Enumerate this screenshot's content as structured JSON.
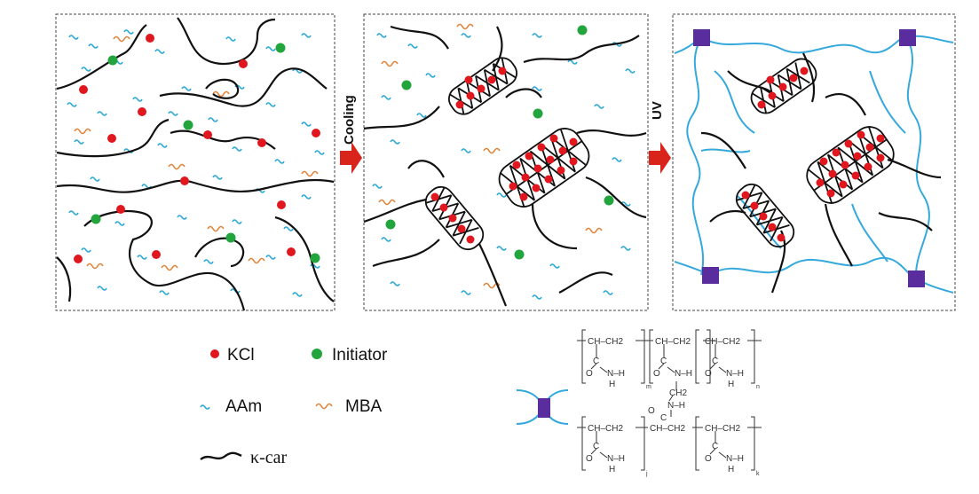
{
  "steps": {
    "cooling": "Cooling",
    "uv": "UV"
  },
  "legend": {
    "kcl": "KCl",
    "initiator": "Initiator",
    "aam": "AAm",
    "mba": "MBA",
    "kcar": "κ-car"
  },
  "colors": {
    "kcl": "#e0171e",
    "initiator": "#22a53c",
    "aam": "#2aa8d8",
    "mba": "#e0843a",
    "kcar": "#111111",
    "arrow": "#d9241c",
    "crosslink": "#5a2d9e",
    "pam_chain": "#35a9dc"
  },
  "chem": {
    "t1": "CH–CH2",
    "t2": "CH–CH2",
    "t3": "CH–CH2",
    "c1": "C",
    "c2": "C",
    "c3": "C",
    "o1": "O",
    "o2": "O",
    "o3": "O",
    "nh1": "N–H",
    "nh2": "N–H",
    "nh3": "N–H",
    "h1": "H",
    "h3": "H",
    "m": "m",
    "n": "n",
    "ch2": "CH2",
    "nhb": "N–H",
    "cb": "C",
    "ob": "O",
    "b1": "CH–CH2",
    "b2": "CH–CH2",
    "b3": "CH–CH2",
    "bc1": "C",
    "bc3": "C",
    "bo1": "O",
    "bo3": "O",
    "bnh1": "N–H",
    "bnh3": "N–H",
    "bh1": "H",
    "bh3": "H",
    "j": "j",
    "k": "k"
  }
}
